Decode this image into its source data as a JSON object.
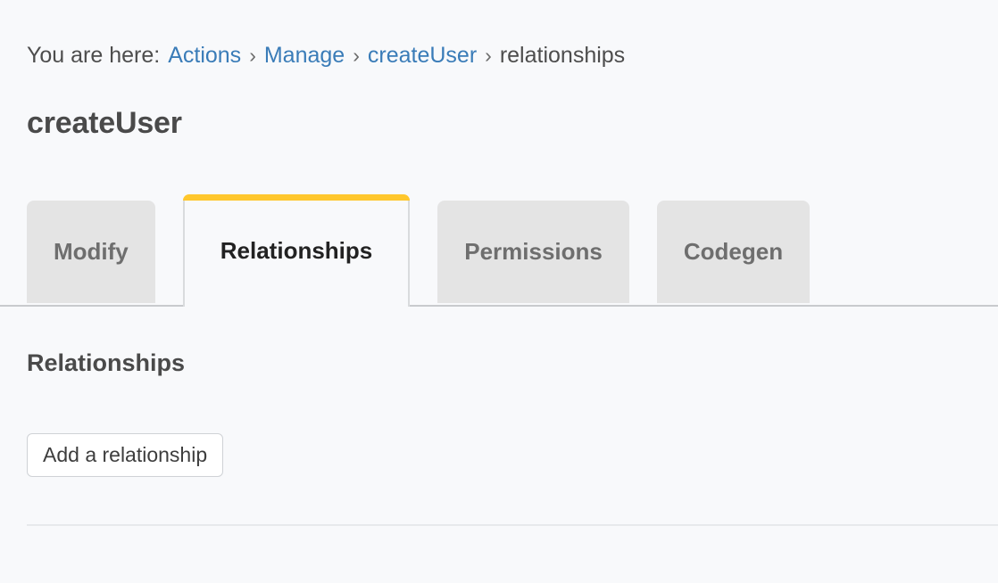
{
  "breadcrumb": {
    "prefix": "You are here:",
    "separator": "›",
    "items": [
      {
        "label": "Actions",
        "type": "link"
      },
      {
        "label": "Manage",
        "type": "link"
      },
      {
        "label": "createUser",
        "type": "link"
      },
      {
        "label": "relationships",
        "type": "current"
      }
    ]
  },
  "page": {
    "title": "createUser"
  },
  "tabs": [
    {
      "label": "Modify",
      "active": false
    },
    {
      "label": "Relationships",
      "active": true
    },
    {
      "label": "Permissions",
      "active": false
    },
    {
      "label": "Codegen",
      "active": false
    }
  ],
  "main": {
    "section_title": "Relationships",
    "add_relationship_label": "Add a relationship"
  },
  "colors": {
    "page_background": "#f8f9fb",
    "link": "#3a7cb8",
    "text": "#4a4a4a",
    "active_tab_accent": "#ffc72c",
    "inactive_tab_background": "#e4e4e4",
    "inactive_tab_text": "#6e6e6e",
    "active_tab_text": "#222222",
    "border": "#cfd2d6",
    "divider": "#e7e9ec"
  }
}
